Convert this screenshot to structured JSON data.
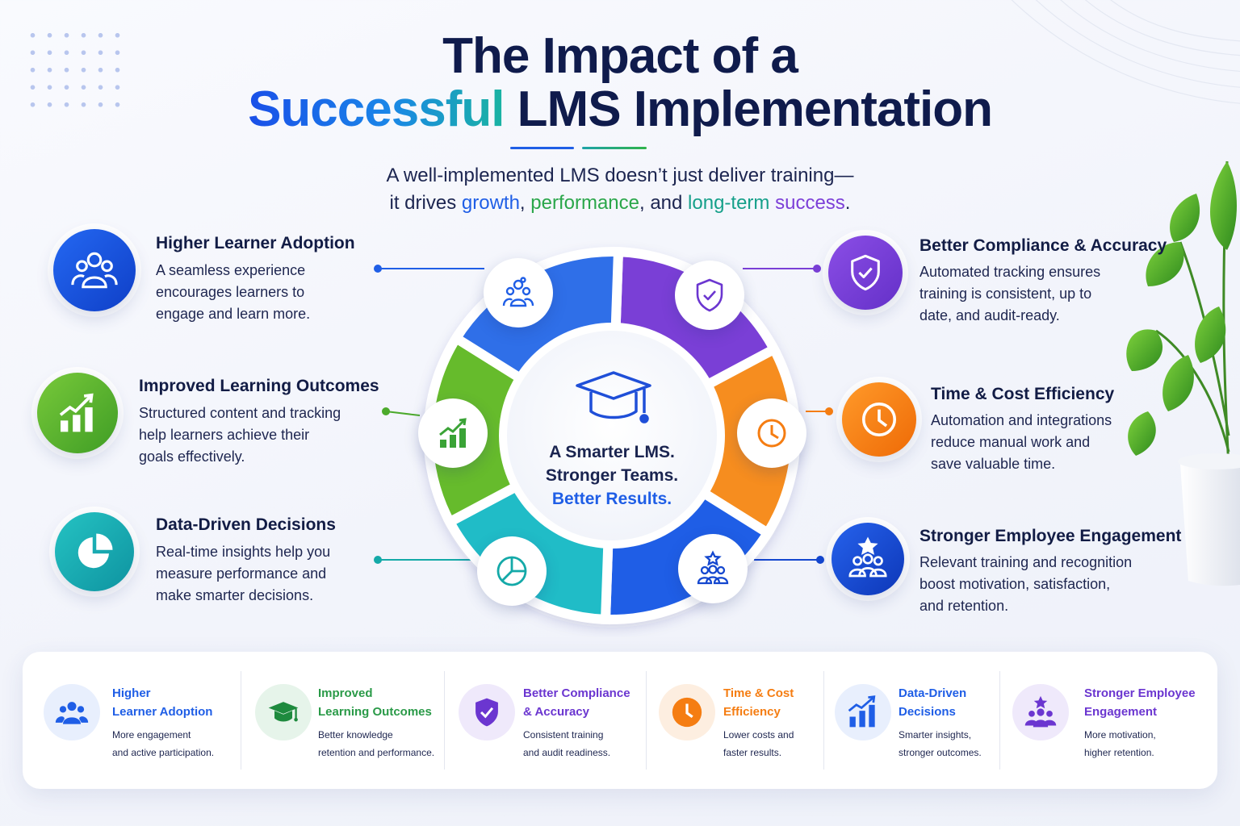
{
  "header": {
    "title_line1": "The Impact of a",
    "title_line2_highlight": "Successful",
    "title_line2_rest": " LMS Implementation",
    "subtitle_line1": "A well-implemented LMS doesn’t just deliver training—",
    "subtitle_prefix": "it drives ",
    "subtitle_w1": "growth",
    "subtitle_sep1": ", ",
    "subtitle_w2": "performance",
    "subtitle_sep2": ", and ",
    "subtitle_w3": "long-term",
    "subtitle_sep3": " ",
    "subtitle_w4": "success",
    "subtitle_end": "."
  },
  "center": {
    "line1": "A Smarter LMS.",
    "line2": "Stronger Teams.",
    "line3": "Better Results."
  },
  "features": [
    {
      "title": "Higher Learner Adoption",
      "desc": [
        "A seamless experience",
        "encourages learners to",
        "engage and learn more."
      ],
      "icon": "users-icon",
      "color": "#1a55e0"
    },
    {
      "title": "Improved Learning Outcomes",
      "desc": [
        "Structured content and tracking",
        "help learners achieve their",
        "goals effectively."
      ],
      "icon": "growth-chart-icon",
      "color": "#4caa2c"
    },
    {
      "title": "Data-Driven Decisions",
      "desc": [
        "Real-time insights help you",
        "measure performance and",
        "make smarter decisions."
      ],
      "icon": "pie-chart-icon",
      "color": "#14a9a8"
    },
    {
      "title": "Better Compliance & Accuracy",
      "desc": [
        "Automated tracking ensures",
        "training is consistent, up to",
        "date, and audit-ready."
      ],
      "icon": "shield-check-icon",
      "color": "#7a3fd6"
    },
    {
      "title": "Time & Cost Efficiency",
      "desc": [
        "Automation and integrations",
        "reduce manual work and",
        "save valuable time."
      ],
      "icon": "clock-icon",
      "color": "#f57d12"
    },
    {
      "title": "Stronger Employee Engagement",
      "desc": [
        "Relevant training and recognition",
        "boost motivation, satisfaction,",
        "and retention."
      ],
      "icon": "team-star-icon",
      "color": "#1447cf"
    }
  ],
  "summary": [
    {
      "title": [
        "Higher",
        "Learner Adoption"
      ],
      "desc": [
        "More engagement",
        "and active participation."
      ],
      "icon": "users-icon",
      "color": "#1f5ee6"
    },
    {
      "title": [
        "Improved",
        "Learning Outcomes"
      ],
      "desc": [
        "Better knowledge",
        "retention and performance."
      ],
      "icon": "graduation-cap-icon",
      "color": "#2a9a48"
    },
    {
      "title": [
        "Better Compliance",
        "& Accuracy"
      ],
      "desc": [
        "Consistent training",
        "and audit readiness."
      ],
      "icon": "shield-check-icon",
      "color": "#6b36d0"
    },
    {
      "title": [
        "Time & Cost",
        "Efficiency"
      ],
      "desc": [
        "Lower costs and",
        "faster results."
      ],
      "icon": "clock-icon",
      "color": "#f57d12"
    },
    {
      "title": [
        "Data-Driven",
        "Decisions"
      ],
      "desc": [
        "Smarter insights,",
        "stronger outcomes."
      ],
      "icon": "bar-chart-icon",
      "color": "#1f5ee6"
    },
    {
      "title": [
        "Stronger Employee",
        "Engagement"
      ],
      "desc": [
        "More motivation,",
        "higher retention."
      ],
      "icon": "team-star-icon",
      "color": "#6b36d0"
    }
  ]
}
